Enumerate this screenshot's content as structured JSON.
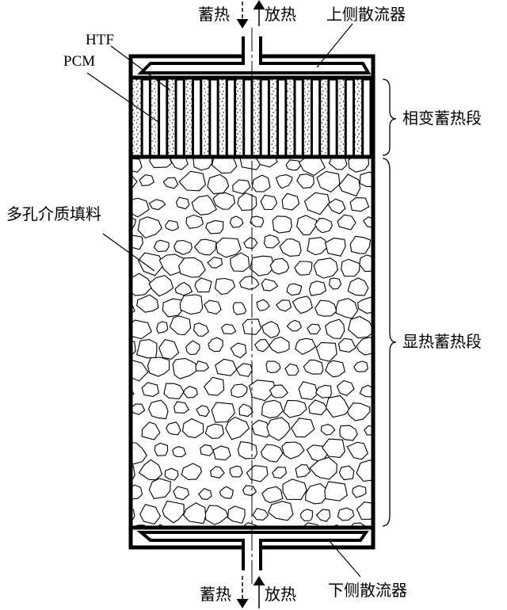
{
  "top": {
    "charge": "蓄热",
    "discharge": "放热",
    "diffuser": "上侧散流器"
  },
  "bottom": {
    "charge": "蓄热",
    "discharge": "放热",
    "diffuser": "下侧散流器"
  },
  "labels": {
    "htf": "HTF",
    "pcm": "PCM",
    "porous_fill": "多孔介质填料",
    "latent_section": "相变蓄热段",
    "sensible_section": "显热蓄热段"
  },
  "colors": {
    "stroke": "#000000",
    "background": "#ffffff"
  }
}
